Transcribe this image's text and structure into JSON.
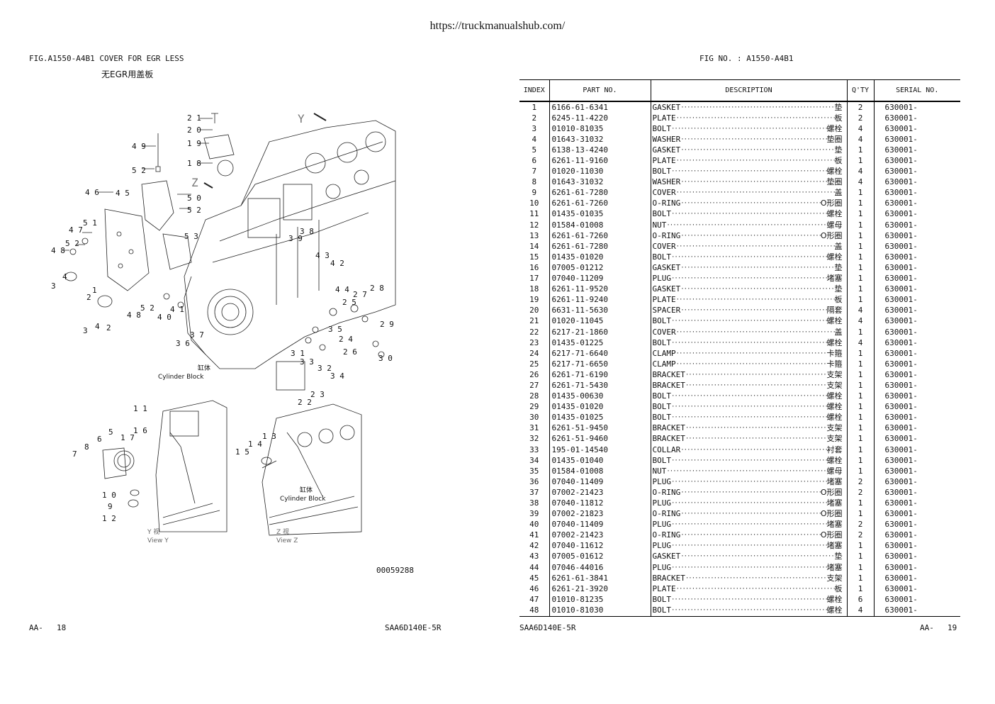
{
  "site_url": "https://truckmanualshub.com/",
  "left_page": {
    "figure_title": "FIG.A1550-A4B1 COVER FOR EGR LESS",
    "figure_title_cn": "无EGR用盖板",
    "illustration_number": "00059288",
    "callouts": [
      "1",
      "2",
      "3",
      "4",
      "5",
      "6",
      "7",
      "8",
      "9",
      "10",
      "11",
      "12",
      "13",
      "14",
      "15",
      "16",
      "17",
      "18",
      "19",
      "20",
      "21",
      "22",
      "23",
      "24",
      "25",
      "26",
      "27",
      "28",
      "29",
      "30",
      "31",
      "32",
      "33",
      "34",
      "35",
      "36",
      "37",
      "38",
      "39",
      "40",
      "41",
      "42",
      "43",
      "44",
      "45",
      "46",
      "47",
      "48",
      "49",
      "50",
      "51",
      "52",
      "53"
    ],
    "cylinder_block_cn": "缸体",
    "cylinder_block_en": "Cylinder Block",
    "view_y_cn": "Y 视",
    "view_y_en": "View Y",
    "view_z_cn": "Z 视",
    "view_z_en": "View Z",
    "arrow_y": "Y",
    "arrow_z": "Z",
    "page_label": "AA-",
    "page_number": "18",
    "model": "SAA6D140E-5R"
  },
  "right_page": {
    "fig_no_label": "FIG NO. : A1550-A4B1",
    "columns": [
      "INDEX",
      "PART  NO.",
      "DESCRIPTION",
      "Q'TY",
      "SERIAL NO."
    ],
    "rows": [
      {
        "index": "1",
        "part_no": "6166-61-6341",
        "desc_en": "GASKET",
        "desc_cn": "垫",
        "qty": "2",
        "serial": "630001-"
      },
      {
        "index": "2",
        "part_no": "6245-11-4220",
        "desc_en": "PLATE",
        "desc_cn": "板",
        "qty": "2",
        "serial": "630001-"
      },
      {
        "index": "3",
        "part_no": "01010-81035",
        "desc_en": "BOLT",
        "desc_cn": "螺栓",
        "qty": "4",
        "serial": "630001-"
      },
      {
        "index": "4",
        "part_no": "01643-31032",
        "desc_en": "WASHER",
        "desc_cn": "垫圈",
        "qty": "4",
        "serial": "630001-"
      },
      {
        "index": "5",
        "part_no": "6138-13-4240",
        "desc_en": "GASKET",
        "desc_cn": "垫",
        "qty": "1",
        "serial": "630001-"
      },
      {
        "index": "6",
        "part_no": "6261-11-9160",
        "desc_en": "PLATE",
        "desc_cn": "板",
        "qty": "1",
        "serial": "630001-"
      },
      {
        "index": "7",
        "part_no": "01020-11030",
        "desc_en": "BOLT",
        "desc_cn": "螺栓",
        "qty": "4",
        "serial": "630001-"
      },
      {
        "index": "8",
        "part_no": "01643-31032",
        "desc_en": "WASHER",
        "desc_cn": "垫圈",
        "qty": "4",
        "serial": "630001-"
      },
      {
        "index": "9",
        "part_no": "6261-61-7280",
        "desc_en": "COVER",
        "desc_cn": "盖",
        "qty": "1",
        "serial": "630001-"
      },
      {
        "index": "10",
        "part_no": "6261-61-7260",
        "desc_en": "O-RING",
        "desc_cn": "O形圈",
        "qty": "1",
        "serial": "630001-"
      },
      {
        "index": "11",
        "part_no": "01435-01035",
        "desc_en": "BOLT",
        "desc_cn": "螺栓",
        "qty": "1",
        "serial": "630001-"
      },
      {
        "index": "12",
        "part_no": "01584-01008",
        "desc_en": "NUT",
        "desc_cn": "螺母",
        "qty": "1",
        "serial": "630001-"
      },
      {
        "index": "13",
        "part_no": "6261-61-7260",
        "desc_en": "O-RING",
        "desc_cn": "O形圈",
        "qty": "1",
        "serial": "630001-"
      },
      {
        "index": "14",
        "part_no": "6261-61-7280",
        "desc_en": "COVER",
        "desc_cn": "盖",
        "qty": "1",
        "serial": "630001-"
      },
      {
        "index": "15",
        "part_no": "01435-01020",
        "desc_en": "BOLT",
        "desc_cn": "螺栓",
        "qty": "1",
        "serial": "630001-"
      },
      {
        "index": "16",
        "part_no": "07005-01212",
        "desc_en": "GASKET",
        "desc_cn": "垫",
        "qty": "1",
        "serial": "630001-"
      },
      {
        "index": "17",
        "part_no": "07040-11209",
        "desc_en": "PLUG",
        "desc_cn": "堵塞",
        "qty": "1",
        "serial": "630001-"
      },
      {
        "index": "18",
        "part_no": "6261-11-9520",
        "desc_en": "GASKET",
        "desc_cn": "垫",
        "qty": "1",
        "serial": "630001-"
      },
      {
        "index": "19",
        "part_no": "6261-11-9240",
        "desc_en": "PLATE",
        "desc_cn": "板",
        "qty": "1",
        "serial": "630001-"
      },
      {
        "index": "20",
        "part_no": "6631-11-5630",
        "desc_en": "SPACER",
        "desc_cn": "隔套",
        "qty": "4",
        "serial": "630001-"
      },
      {
        "index": "21",
        "part_no": "01020-11045",
        "desc_en": "BOLT",
        "desc_cn": "螺栓",
        "qty": "4",
        "serial": "630001-"
      },
      {
        "index": "22",
        "part_no": "6217-21-1860",
        "desc_en": "COVER",
        "desc_cn": "盖",
        "qty": "1",
        "serial": "630001-"
      },
      {
        "index": "23",
        "part_no": "01435-01225",
        "desc_en": "BOLT",
        "desc_cn": "螺栓",
        "qty": "4",
        "serial": "630001-"
      },
      {
        "index": "24",
        "part_no": "6217-71-6640",
        "desc_en": "CLAMP",
        "desc_cn": "卡箍",
        "qty": "1",
        "serial": "630001-"
      },
      {
        "index": "25",
        "part_no": "6217-71-6650",
        "desc_en": "CLAMP",
        "desc_cn": "卡箍",
        "qty": "1",
        "serial": "630001-"
      },
      {
        "index": "26",
        "part_no": "6261-71-6190",
        "desc_en": "BRACKET",
        "desc_cn": "支架",
        "qty": "1",
        "serial": "630001-"
      },
      {
        "index": "27",
        "part_no": "6261-71-5430",
        "desc_en": "BRACKET",
        "desc_cn": "支架",
        "qty": "1",
        "serial": "630001-"
      },
      {
        "index": "28",
        "part_no": "01435-00630",
        "desc_en": "BOLT",
        "desc_cn": "螺栓",
        "qty": "1",
        "serial": "630001-"
      },
      {
        "index": "29",
        "part_no": "01435-01020",
        "desc_en": "BOLT",
        "desc_cn": "螺栓",
        "qty": "1",
        "serial": "630001-"
      },
      {
        "index": "30",
        "part_no": "01435-01025",
        "desc_en": "BOLT",
        "desc_cn": "螺栓",
        "qty": "1",
        "serial": "630001-"
      },
      {
        "index": "31",
        "part_no": "6261-51-9450",
        "desc_en": "BRACKET",
        "desc_cn": "支架",
        "qty": "1",
        "serial": "630001-"
      },
      {
        "index": "32",
        "part_no": "6261-51-9460",
        "desc_en": "BRACKET",
        "desc_cn": "支架",
        "qty": "1",
        "serial": "630001-"
      },
      {
        "index": "33",
        "part_no": "195-01-14540",
        "desc_en": "COLLAR",
        "desc_cn": "衬套",
        "qty": "1",
        "serial": "630001-"
      },
      {
        "index": "34",
        "part_no": "01435-01040",
        "desc_en": "BOLT",
        "desc_cn": "螺栓",
        "qty": "1",
        "serial": "630001-"
      },
      {
        "index": "35",
        "part_no": "01584-01008",
        "desc_en": "NUT",
        "desc_cn": "螺母",
        "qty": "1",
        "serial": "630001-"
      },
      {
        "index": "36",
        "part_no": "07040-11409",
        "desc_en": "PLUG",
        "desc_cn": "堵塞",
        "qty": "2",
        "serial": "630001-"
      },
      {
        "index": "37",
        "part_no": "07002-21423",
        "desc_en": "O-RING",
        "desc_cn": "O形圈",
        "qty": "2",
        "serial": "630001-"
      },
      {
        "index": "38",
        "part_no": "07040-11812",
        "desc_en": "PLUG",
        "desc_cn": "堵塞",
        "qty": "1",
        "serial": "630001-"
      },
      {
        "index": "39",
        "part_no": "07002-21823",
        "desc_en": "O-RING",
        "desc_cn": "O形圈",
        "qty": "1",
        "serial": "630001-"
      },
      {
        "index": "40",
        "part_no": "07040-11409",
        "desc_en": "PLUG",
        "desc_cn": "堵塞",
        "qty": "2",
        "serial": "630001-"
      },
      {
        "index": "41",
        "part_no": "07002-21423",
        "desc_en": "O-RING",
        "desc_cn": "O形圈",
        "qty": "2",
        "serial": "630001-"
      },
      {
        "index": "42",
        "part_no": "07040-11612",
        "desc_en": "PLUG",
        "desc_cn": "堵塞",
        "qty": "1",
        "serial": "630001-"
      },
      {
        "index": "43",
        "part_no": "07005-01612",
        "desc_en": "GASKET",
        "desc_cn": "垫",
        "qty": "1",
        "serial": "630001-"
      },
      {
        "index": "44",
        "part_no": "07046-44016",
        "desc_en": "PLUG",
        "desc_cn": "堵塞",
        "qty": "1",
        "serial": "630001-"
      },
      {
        "index": "45",
        "part_no": "6261-61-3841",
        "desc_en": "BRACKET",
        "desc_cn": "支架",
        "qty": "1",
        "serial": "630001-"
      },
      {
        "index": "46",
        "part_no": "6261-21-3920",
        "desc_en": "PLATE",
        "desc_cn": "板",
        "qty": "1",
        "serial": "630001-"
      },
      {
        "index": "47",
        "part_no": "01010-81235",
        "desc_en": "BOLT",
        "desc_cn": "螺栓",
        "qty": "6",
        "serial": "630001-"
      },
      {
        "index": "48",
        "part_no": "01010-81030",
        "desc_en": "BOLT",
        "desc_cn": "螺栓",
        "qty": "4",
        "serial": "630001-"
      }
    ],
    "model": "SAA6D140E-5R",
    "page_label": "AA-",
    "page_number": "19"
  }
}
